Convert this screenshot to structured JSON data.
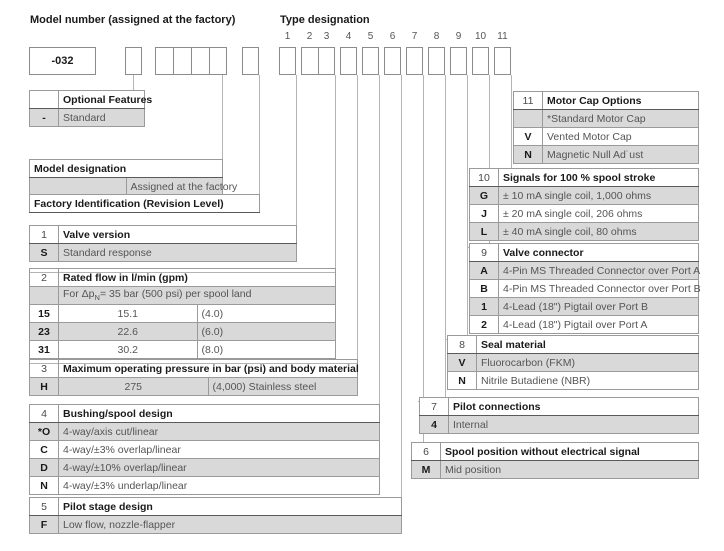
{
  "headers": {
    "model_number": "Model number (assigned at the factory)",
    "type_designation": "Type designation"
  },
  "type_columns": [
    "1",
    "2",
    "3",
    "4",
    "5",
    "6",
    "7",
    "8",
    "9",
    "10",
    "11"
  ],
  "code_boxes": {
    "model_value": "-032"
  },
  "blocks": {
    "optional_features": {
      "title": "Optional Features",
      "rows": [
        {
          "key": "-",
          "text": "Standard"
        }
      ]
    },
    "model_designation": {
      "title": "Model designation",
      "rows": [
        {
          "key": "",
          "text": "Assigned at the factory"
        }
      ]
    },
    "factory_identification": {
      "title": "Factory Identification (Revision Level)"
    },
    "valve_version": {
      "num": "1",
      "title": "Valve version",
      "rows": [
        {
          "key": "S",
          "text": "Standard response"
        }
      ]
    },
    "rated_flow": {
      "num": "2",
      "title": "Rated flow in l/min (gpm)",
      "condition_prefix": "For Δp",
      "condition_sub": "N",
      "condition_suffix": "= 35 bar (500 psi) per spool land",
      "rows": [
        {
          "key": "15",
          "lpm": "15.1",
          "gpm": "(4.0)"
        },
        {
          "key": "23",
          "lpm": "22.6",
          "gpm": "(6.0)"
        },
        {
          "key": "31",
          "lpm": "30.2",
          "gpm": "(8.0)"
        }
      ]
    },
    "max_pressure": {
      "num": "3",
      "title": "Maximum operating pressure in bar (psi) and body material",
      "rows": [
        {
          "key": "H",
          "bar": "275",
          "psi": "(4,000) Stainless steel"
        }
      ]
    },
    "bushing_spool": {
      "num": "4",
      "title": "Bushing/spool design",
      "rows": [
        {
          "key": "*O",
          "text": "4-way/axis cut/linear"
        },
        {
          "key": "C",
          "text": "4-way/±3% overlap/linear"
        },
        {
          "key": "D",
          "text": "4-way/±10% overlap/linear"
        },
        {
          "key": "N",
          "text": "4-way/±3% underlap/linear"
        }
      ]
    },
    "pilot_stage": {
      "num": "5",
      "title": "Pilot stage design",
      "rows": [
        {
          "key": "F",
          "text": "Low flow, nozzle-flapper"
        }
      ]
    },
    "spool_position": {
      "num": "6",
      "title": "Spool position without electrical signal",
      "rows": [
        {
          "key": "M",
          "text": "Mid position"
        }
      ]
    },
    "pilot_connections": {
      "num": "7",
      "title": "Pilot connections",
      "rows": [
        {
          "key": "4",
          "text": "Internal"
        }
      ]
    },
    "seal_material": {
      "num": "8",
      "title": "Seal material",
      "rows": [
        {
          "key": "V",
          "text": "Fluorocarbon (FKM)"
        },
        {
          "key": "N",
          "text": "Nitrile Butadiene (NBR)"
        }
      ]
    },
    "valve_connector": {
      "num": "9",
      "title": "Valve connector",
      "rows": [
        {
          "key": "A",
          "text": "4-Pin MS Threaded Connector over Port A"
        },
        {
          "key": "B",
          "text": "4-Pin MS Threaded Connector over Port B"
        },
        {
          "key": "1",
          "text": "4-Lead (18\") Pigtail over Port B"
        },
        {
          "key": "2",
          "text": "4-Lead (18\") Pigtail over Port A"
        }
      ]
    },
    "signals": {
      "num": "10",
      "title": "Signals for 100 % spool stroke",
      "rows": [
        {
          "key": "G",
          "text": "± 10 mA single coil, 1,000 ohms"
        },
        {
          "key": "J",
          "text": "± 20 mA single coil, 206 ohms"
        },
        {
          "key": "L",
          "text": "± 40 mA single coil, 80 ohms"
        }
      ]
    },
    "motor_cap": {
      "num": "11",
      "title": "Motor Cap Options",
      "rows": [
        {
          "key": "",
          "text": "*Standard Motor Cap"
        },
        {
          "key": "V",
          "text": "Vented Motor Cap"
        },
        {
          "key": "N",
          "text": "Magnetic Null Ad˙ust"
        }
      ]
    }
  },
  "colors": {
    "shade": "#d9d9d9",
    "border": "#9a9a9a",
    "text": "#555555",
    "heading": "#1a1a1a",
    "leader": "#b4b4b4"
  }
}
